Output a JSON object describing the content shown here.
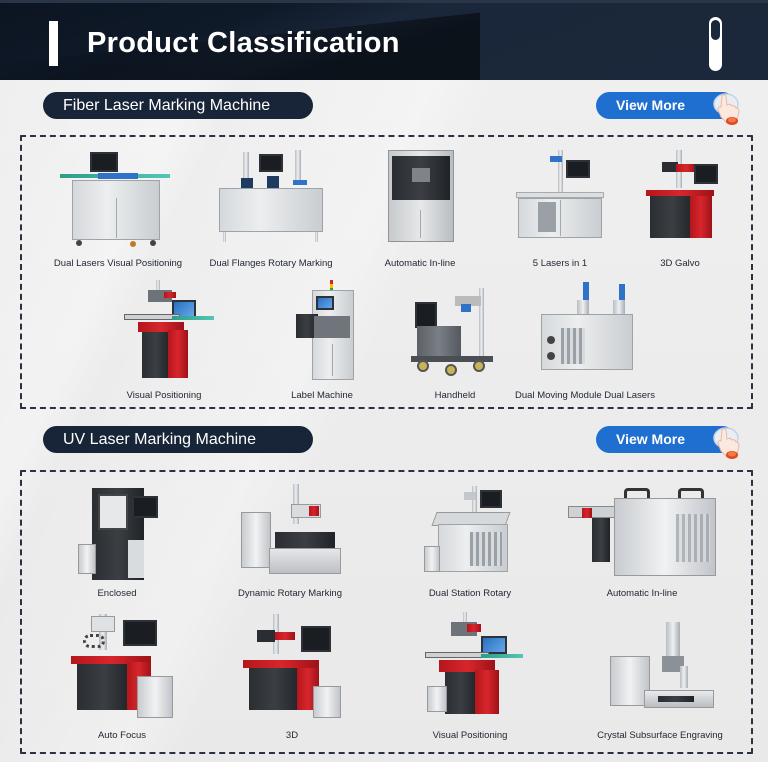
{
  "header": {
    "title": "Product Classification",
    "scroll_indicator": "scroll-pill"
  },
  "sections": [
    {
      "title": "Fiber Laser Marking Machine",
      "view_more": "View More",
      "view_more_icon": "pointing-hand-icon",
      "products": [
        {
          "label": "Dual Lasers Visual Positioning"
        },
        {
          "label": "Dual Flanges Rotary Marking"
        },
        {
          "label": "Automatic In-line"
        },
        {
          "label": "5 Lasers in 1"
        },
        {
          "label": "3D Galvo"
        },
        {
          "label": "Visual Positioning"
        },
        {
          "label": "Label Machine"
        },
        {
          "label": "Handheld"
        },
        {
          "label": "Dual Moving Module Dual Lasers"
        }
      ]
    },
    {
      "title": "UV Laser Marking Machine",
      "view_more": "View More",
      "view_more_icon": "pointing-hand-icon",
      "products": [
        {
          "label": "Enclosed"
        },
        {
          "label": "Dynamic Rotary Marking"
        },
        {
          "label": "Dual Station Rotary"
        },
        {
          "label": "Automatic In-line"
        },
        {
          "label": "Auto Focus"
        },
        {
          "label": "3D"
        },
        {
          "label": "Visual Positioning"
        },
        {
          "label": "Crystal Subsurface Engraving"
        }
      ]
    }
  ],
  "colors": {
    "header_bg": "#1b283b",
    "section_pill_bg": "#182538",
    "view_more_bg": "#1f6fd0",
    "page_bg": "#ebebeb",
    "machine_red": "#d7262c"
  }
}
